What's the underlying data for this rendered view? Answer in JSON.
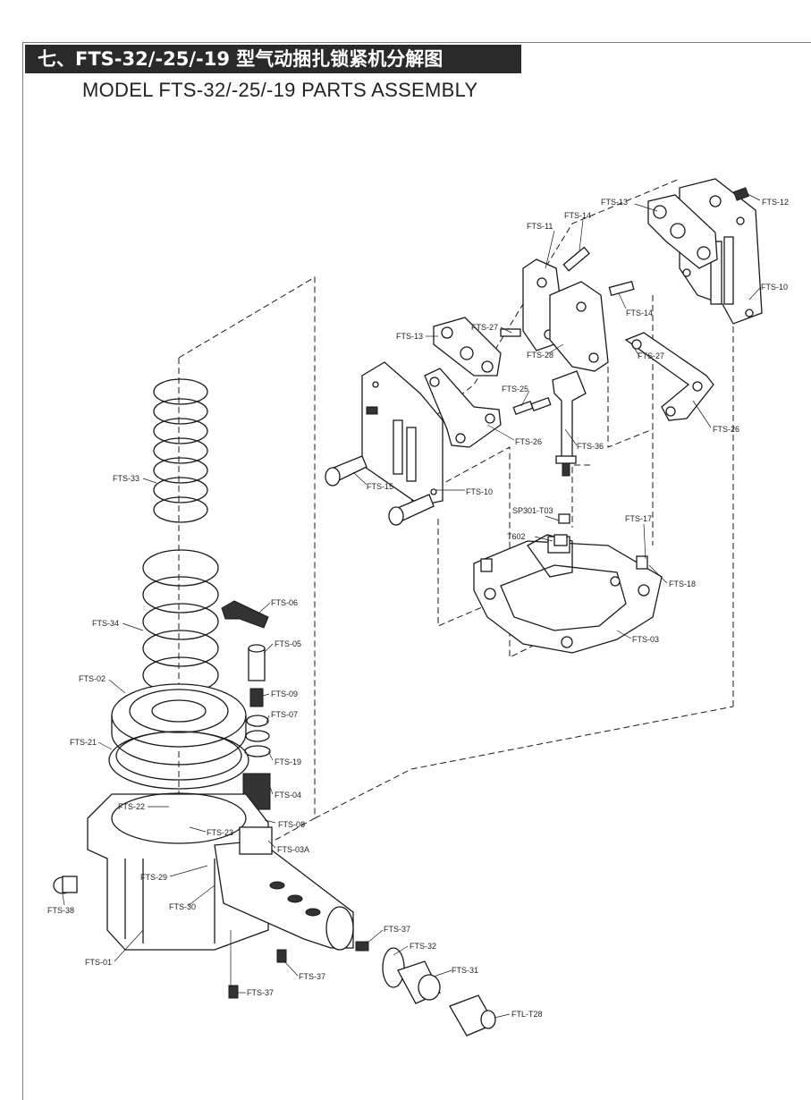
{
  "header": {
    "title": "七、FTS-32/-25/-19 型气动捆扎锁紧机分解图",
    "subtitle": "MODEL FTS-32/-25/-19 PARTS ASSEMBLY"
  },
  "colors": {
    "title_bar": "#2a2a2a",
    "line": "#1a1a1a",
    "frame": "#7a7a7a"
  },
  "parts": {
    "fts12": "FTS-12",
    "fts13_top": "FTS-13",
    "fts14_top": "FTS-14",
    "fts11": "FTS-11",
    "fts10_right": "FTS-10",
    "fts14_mid": "FTS-14",
    "fts27_left": "FTS-27",
    "fts13_left": "FTS-13",
    "fts28": "FTS-28",
    "fts27_right": "FTS-27",
    "fts25": "FTS-25",
    "fts26_right": "FTS-26",
    "fts26_mid": "FTS-26",
    "fts36": "FTS-36",
    "fts33": "FTS-33",
    "fts15": "FTS-15",
    "fts10_left": "FTS-10",
    "sp301": "SP301-T03",
    "t602": "T602",
    "fts17": "FTS-17",
    "fts18": "FTS-18",
    "fts03": "FTS-03",
    "fts06": "FTS-06",
    "fts34": "FTS-34",
    "fts05": "FTS-05",
    "fts02": "FTS-02",
    "fts09": "FTS-09",
    "fts07": "FTS-07",
    "fts21": "FTS-21",
    "fts19": "FTS-19",
    "fts04": "FTS-04",
    "fts22": "FTS-22",
    "fts08": "FTS-08",
    "fts23": "FTS-23",
    "fts03a": "FTS-03A",
    "fts29": "FTS-29",
    "fts38": "FTS-38",
    "fts30": "FTS-30",
    "fts37_a": "FTS-37",
    "fts32": "FTS-32",
    "fts01": "FTS-01",
    "fts37_b": "FTS-37",
    "fts31": "FTS-31",
    "fts37_c": "FTS-37",
    "ftl_t28": "FTL-T28"
  }
}
